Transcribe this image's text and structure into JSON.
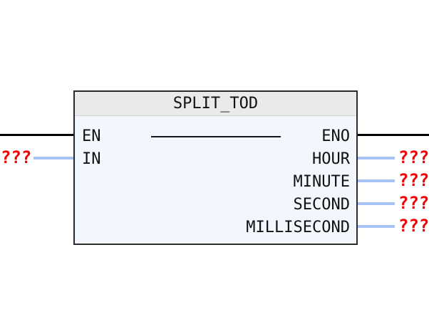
{
  "block": {
    "title": "SPLIT_TOD",
    "inputs": [
      {
        "name": "EN",
        "label": "EN",
        "connection": "power-rail",
        "value": null
      },
      {
        "name": "IN",
        "label": "IN",
        "connection": "wire",
        "value": "???"
      }
    ],
    "outputs": [
      {
        "name": "ENO",
        "label": "ENO",
        "connection": "power-rail",
        "value": null
      },
      {
        "name": "HOUR",
        "label": "HOUR",
        "connection": "wire",
        "value": "???"
      },
      {
        "name": "MINUTE",
        "label": "MINUTE",
        "connection": "wire",
        "value": "???"
      },
      {
        "name": "SECOND",
        "label": "SECOND",
        "connection": "wire",
        "value": "???"
      },
      {
        "name": "MILLISECOND",
        "label": "MILLISECOND",
        "connection": "wire",
        "value": "???"
      }
    ]
  },
  "colors": {
    "background": "#ffffff",
    "block_body": "#f2f6fd",
    "block_header": "#e8eaec",
    "block_border": "#2b2b2b",
    "power_rail": "#000000",
    "signal_wire": "#a4c3f0",
    "unassigned_text": "#f00000",
    "label_text": "#111111"
  }
}
